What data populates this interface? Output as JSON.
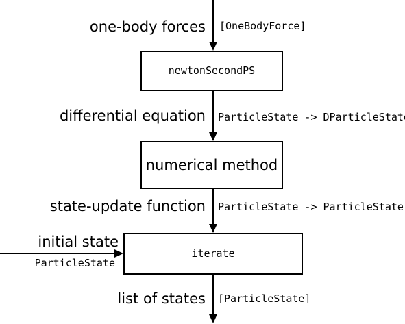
{
  "boxes": {
    "newton": "newtonSecondPS",
    "method": "numerical method",
    "iterate": "iterate"
  },
  "edges": {
    "forces": {
      "label": "one-body forces",
      "type": "[OneBodyForce]"
    },
    "diffeq": {
      "label": "differential equation",
      "type": "ParticleState -> DParticleState"
    },
    "update": {
      "label": "state-update function",
      "type": "ParticleState -> ParticleState"
    },
    "initial": {
      "label": "initial state",
      "type": "ParticleState"
    },
    "output": {
      "label": "list of states",
      "type": "[ParticleState]"
    }
  }
}
